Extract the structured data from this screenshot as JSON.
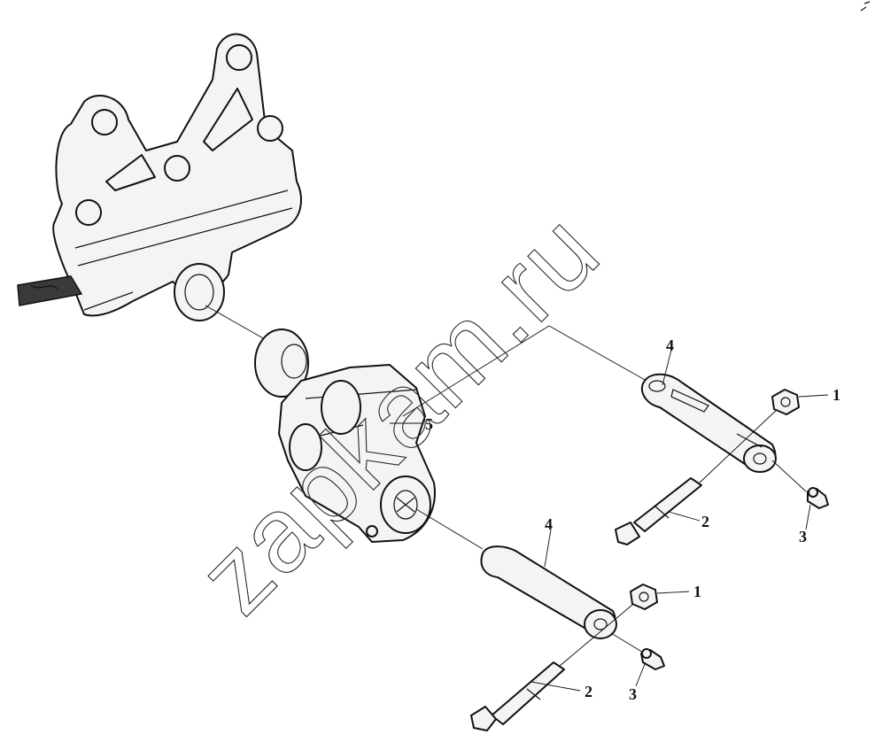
{
  "callouts": {
    "c1_top": "1",
    "c1_bottom": "1",
    "c2_top": "2",
    "c2_bottom": "2",
    "c3_top": "3",
    "c3_bottom": "3",
    "c4_top": "4",
    "c4_bottom": "4",
    "c5": "5"
  },
  "watermark": "zapkam.ru"
}
